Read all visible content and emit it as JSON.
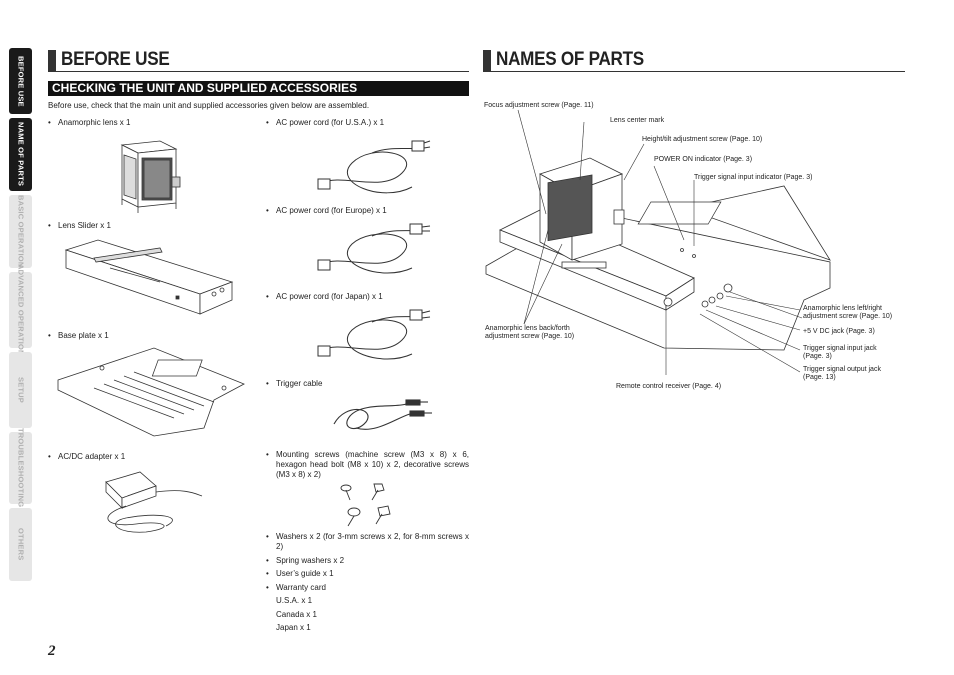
{
  "side_tabs": [
    {
      "label": "BEFORE USE",
      "active": true
    },
    {
      "label": "NAME OF PARTS",
      "active": true
    },
    {
      "label": "BASIC OPERATION",
      "active": false
    },
    {
      "label": "ADVANCED OPERATION",
      "active": false
    },
    {
      "label": "SETUP",
      "active": false
    },
    {
      "label": "TROUBLESHOOTING",
      "active": false
    },
    {
      "label": "OTHERS",
      "active": false
    }
  ],
  "left": {
    "title": "BEFORE USE",
    "subtitle": "CHECKING THE UNIT AND SUPPLIED ACCESSORIES",
    "intro": "Before use, check that the main unit and supplied accessories given below are assembled.",
    "items": {
      "anamorphic_lens": "Anamorphic lens x 1",
      "lens_slider": "Lens Slider x 1",
      "base_plate": "Base plate x 1",
      "ac_dc_adapter": "AC/DC adapter x 1",
      "cord_usa": "AC power cord (for U.S.A.) x 1",
      "cord_europe": "AC power cord (for Europe) x 1",
      "cord_japan": "AC power cord (for Japan) x 1",
      "trigger_cable": "Trigger cable",
      "mounting_screws": "Mounting screws (machine screw (M3 x 8) x 6, hexagon head bolt (M8 x 10) x 2, decorative screws (M3 x 8) x 2)",
      "washers": "Washers x 2 (for 3-mm screws x 2, for 8-mm screws x 2)",
      "spring_washers": "Spring washers x 2",
      "users_guide": "User’s guide x 1",
      "warranty_card": "Warranty card",
      "warranty_usa": "U.S.A. x 1",
      "warranty_canada": "Canada x 1",
      "warranty_japan": "Japan x 1"
    }
  },
  "right": {
    "title": "NAMES OF PARTS",
    "callouts": {
      "focus": "Focus adjustment screw (Page. 11)",
      "lens_center": "Lens center mark",
      "height_tilt": "Height/tilt adjustment screw (Page. 10)",
      "power_on": "POWER ON indicator (Page. 3)",
      "trigger_in_ind": "Trigger signal input indicator (Page. 3)",
      "lr_line1": "Anamorphic lens left/right",
      "lr_line2": "adjustment screw (Page. 10)",
      "dc_jack": "+5 V DC jack (Page. 3)",
      "trig_in_line1": "Trigger signal input jack",
      "trig_in_line2": "(Page. 3)",
      "trig_out_line1": "Trigger signal output jack",
      "trig_out_line2": "(Page. 13)",
      "back_forth_line1": "Anamorphic lens back/forth",
      "back_forth_line2": "adjustment screw (Page. 10)",
      "remote": "Remote control receiver (Page. 4)"
    }
  },
  "page_number": "2"
}
